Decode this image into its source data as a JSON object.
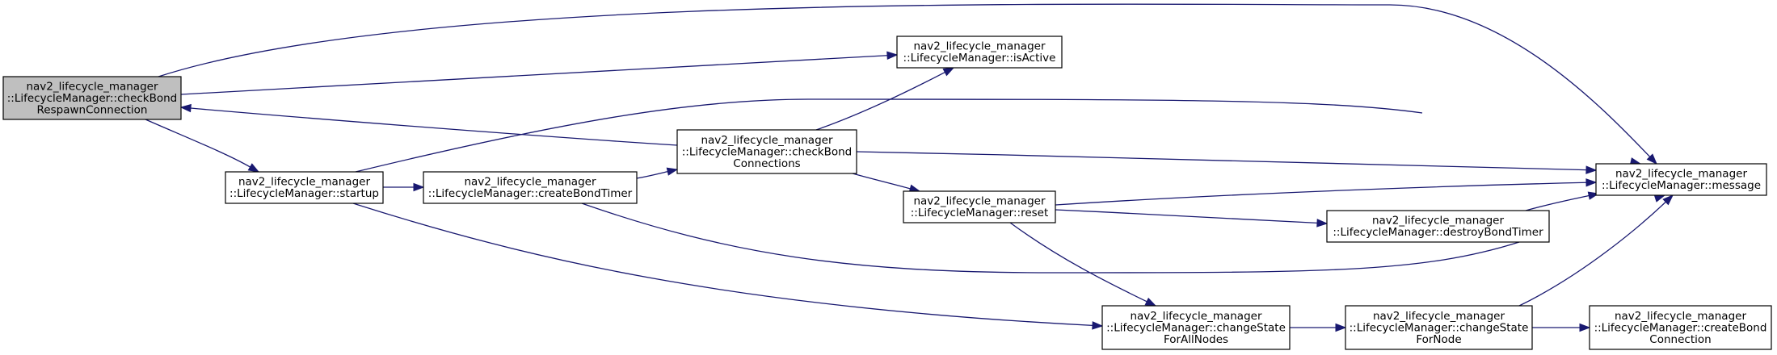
{
  "colors": {
    "edge": "#191970",
    "node_fill": "#ffffff",
    "highlight_fill": "#bfbfbf",
    "node_border": "#000000"
  },
  "nodes": [
    {
      "id": "checkBondRespawn",
      "lines": [
        "nav2_lifecycle_manager",
        "::LifecycleManager::checkBond",
        "RespawnConnection"
      ],
      "highlighted": true
    },
    {
      "id": "isActive",
      "lines": [
        "nav2_lifecycle_manager",
        "::LifecycleManager::isActive"
      ],
      "highlighted": false
    },
    {
      "id": "startup",
      "lines": [
        "nav2_lifecycle_manager",
        "::LifecycleManager::startup"
      ],
      "highlighted": false
    },
    {
      "id": "createBondTimer",
      "lines": [
        "nav2_lifecycle_manager",
        "::LifecycleManager::createBondTimer"
      ],
      "highlighted": false
    },
    {
      "id": "checkBondConnections",
      "lines": [
        "nav2_lifecycle_manager",
        "::LifecycleManager::checkBond",
        "Connections"
      ],
      "highlighted": false
    },
    {
      "id": "reset",
      "lines": [
        "nav2_lifecycle_manager",
        "::LifecycleManager::reset"
      ],
      "highlighted": false
    },
    {
      "id": "message",
      "lines": [
        "nav2_lifecycle_manager",
        "::LifecycleManager::message"
      ],
      "highlighted": false
    },
    {
      "id": "destroyBondTimer",
      "lines": [
        "nav2_lifecycle_manager",
        "::LifecycleManager::destroyBondTimer"
      ],
      "highlighted": false
    },
    {
      "id": "changeStateForAllNodes",
      "lines": [
        "nav2_lifecycle_manager",
        "::LifecycleManager::changeState",
        "ForAllNodes"
      ],
      "highlighted": false
    },
    {
      "id": "changeStateForNode",
      "lines": [
        "nav2_lifecycle_manager",
        "::LifecycleManager::changeState",
        "ForNode"
      ],
      "highlighted": false
    },
    {
      "id": "createBondConnection",
      "lines": [
        "nav2_lifecycle_manager",
        "::LifecycleManager::createBond",
        "Connection"
      ],
      "highlighted": false
    }
  ],
  "edges": [
    {
      "from": "checkBondRespawn",
      "to": "message"
    },
    {
      "from": "checkBondRespawn",
      "to": "isActive"
    },
    {
      "from": "checkBondRespawn",
      "to": "startup"
    },
    {
      "from": "checkBondConnections",
      "to": "checkBondRespawn"
    },
    {
      "from": "checkBondConnections",
      "to": "isActive"
    },
    {
      "from": "checkBondConnections",
      "to": "message"
    },
    {
      "from": "checkBondConnections",
      "to": "reset"
    },
    {
      "from": "startup",
      "to": "message"
    },
    {
      "from": "startup",
      "to": "createBondTimer"
    },
    {
      "from": "startup",
      "to": "changeStateForAllNodes"
    },
    {
      "from": "createBondTimer",
      "to": "checkBondConnections"
    },
    {
      "from": "createBondTimer",
      "to": "message"
    },
    {
      "from": "reset",
      "to": "message"
    },
    {
      "from": "reset",
      "to": "destroyBondTimer"
    },
    {
      "from": "reset",
      "to": "changeStateForAllNodes"
    },
    {
      "from": "destroyBondTimer",
      "to": "message"
    },
    {
      "from": "changeStateForAllNodes",
      "to": "changeStateForNode"
    },
    {
      "from": "changeStateForNode",
      "to": "message"
    },
    {
      "from": "changeStateForNode",
      "to": "createBondConnection"
    }
  ]
}
